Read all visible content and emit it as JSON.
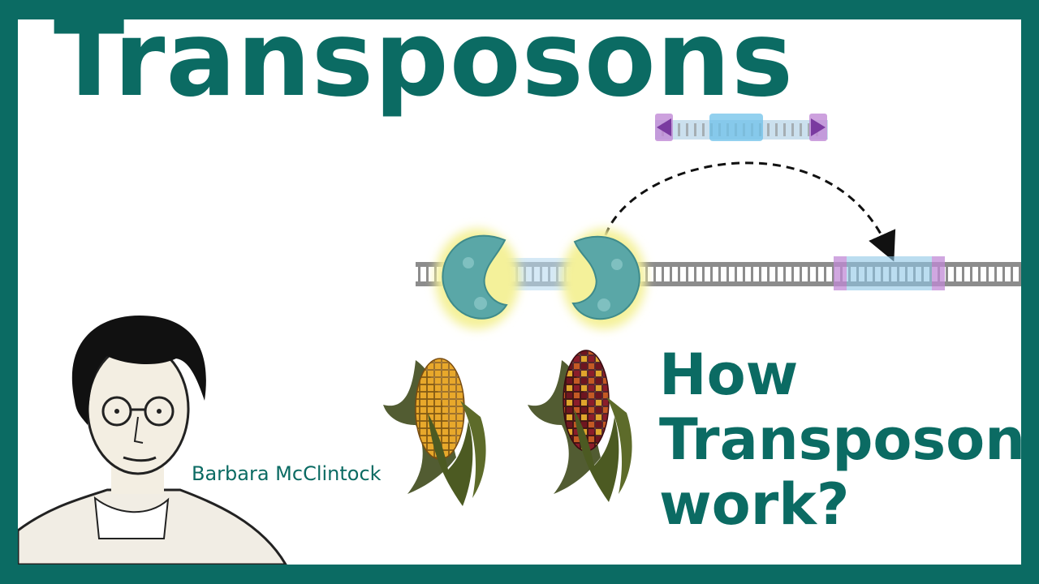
{
  "title": "Transposons",
  "question": {
    "line1": "How",
    "line2": "Transposons",
    "line3": "work?"
  },
  "caption": "Barbara McClintock",
  "colors": {
    "frame": "#0b6b63",
    "dna": "#8c8c8c",
    "transposon": "#8ec7e6",
    "terminal_repeat": "#c08ad6",
    "transposase": "#5aa7a7",
    "glow": "#f4f19a",
    "corn_yellow": "#e4a52a",
    "corn_mixed": "#8b1d2a"
  },
  "icons": [
    "transposase-icon",
    "corn-icon",
    "portrait-icon",
    "arrow-icon"
  ]
}
